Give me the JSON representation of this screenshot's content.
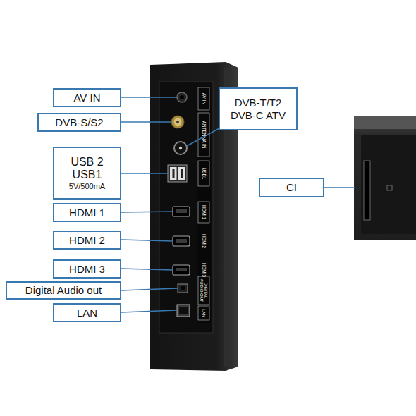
{
  "diagram": {
    "nodes": [
      {
        "text": [
          "AV IN"
        ]
      },
      {
        "text": [
          "DVB-T/T2 DVB-C ATV"
        ]
      },
      {
        "text": [
          "DVB-S/S2"
        ]
      },
      {
        "text": [
          "USB 2",
          "USB1",
          "5V/500mA"
        ]
      },
      {
        "text": [
          "CI"
        ]
      },
      {
        "text": [
          "HDMI 1"
        ]
      },
      {
        "text": [
          "HDMI 2"
        ]
      },
      {
        "text": [
          "HDMI 3"
        ]
      },
      {
        "text": [
          "Digital Audio out"
        ]
      },
      {
        "text": [
          "LAN"
        ]
      }
    ],
    "labels": [
      "AV IN",
      "ANTENNA IN",
      "USB1",
      "HDMI1",
      "HDMI2",
      "HDMI3",
      "DIGITAL AUDIO OUT",
      "LAN"
    ]
  }
}
